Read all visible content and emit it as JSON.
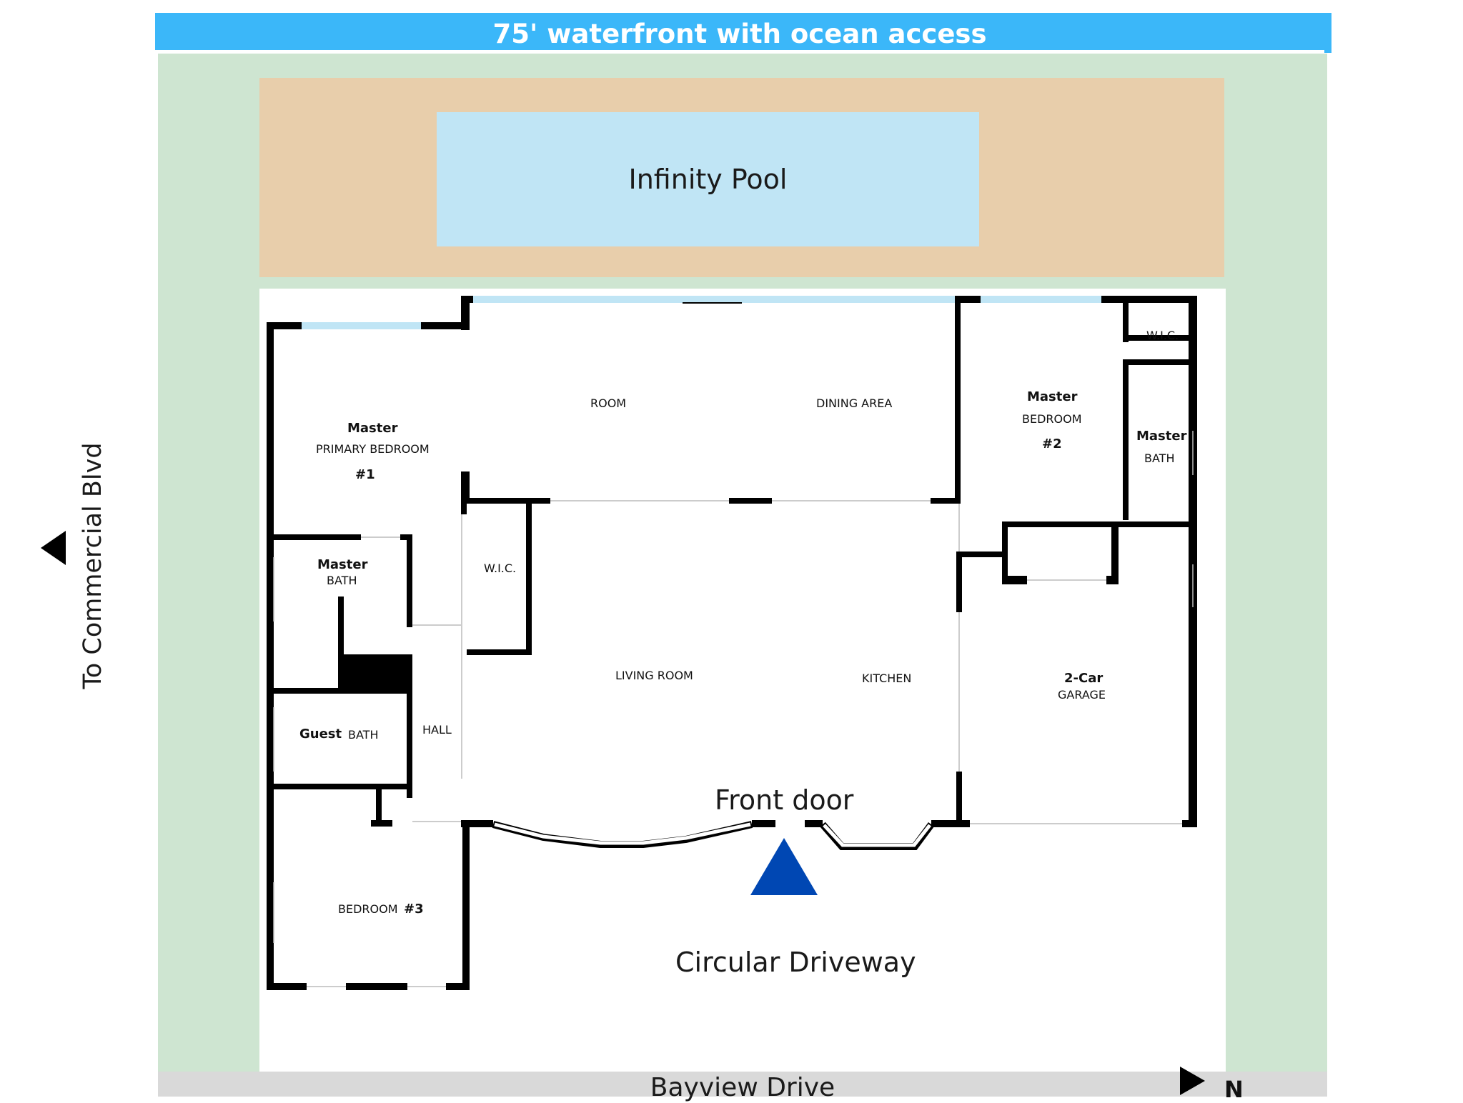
{
  "waterfront": "75' waterfront with ocean access",
  "pool": "Infinity Pool",
  "road": "Bayview Drive",
  "direction": "To Commercial Blvd",
  "north": "N",
  "entry": "Front door",
  "driveway": "Circular Driveway",
  "rooms": {
    "primary": {
      "title": "Master",
      "name": "PRIMARY BEDROOM",
      "number": "#1"
    },
    "master_bath_1": {
      "title": "Master",
      "name": "BATH"
    },
    "guest_bath": {
      "title": "Guest",
      "name": "BATH"
    },
    "hall": "HALL",
    "bedroom3": {
      "name": "BEDROOM",
      "number": "#3"
    },
    "wic_left": "W.I.C.",
    "room": "ROOM",
    "dining": "DINING AREA",
    "living": "LIVING ROOM",
    "kitchen": "KITCHEN",
    "master2": {
      "title": "Master",
      "name": "BEDROOM",
      "number": "#2"
    },
    "wic_right": "W.I.C.",
    "master_bath_2": {
      "title": "Master",
      "name": "BATH"
    },
    "garage": {
      "title": "2-Car",
      "name": "GARAGE"
    }
  },
  "colors": {
    "water": "#3bb7f9",
    "lawn": "#cee5d1",
    "deck": "#e8ceab",
    "pool": "#c0e5f5",
    "road": "#d9d9d9",
    "wall": "#000000",
    "window": "#c0e5f5",
    "entry_marker": "#0047b3"
  }
}
